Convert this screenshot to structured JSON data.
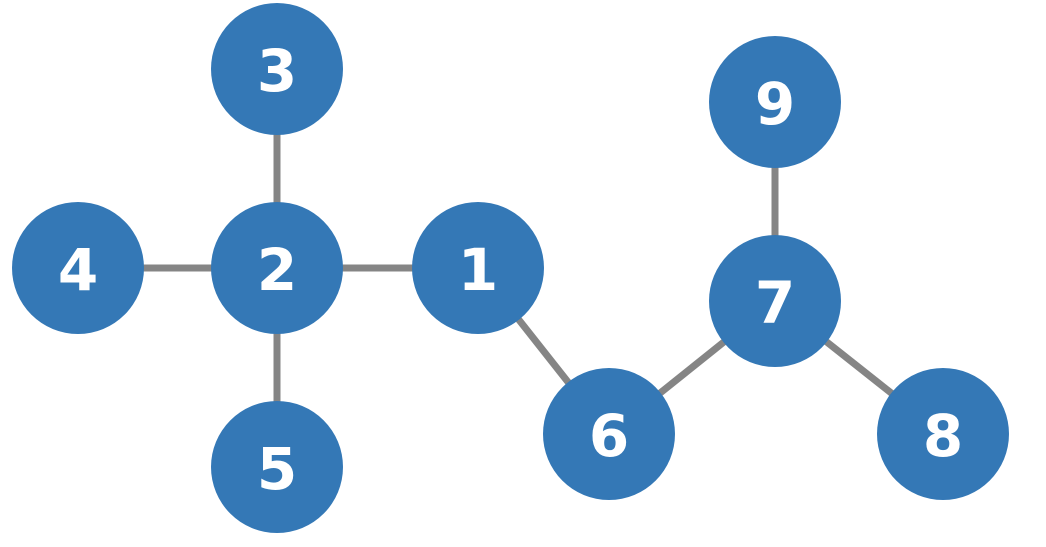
{
  "colors": {
    "node_fill": "#3478b6",
    "node_label": "#ffffff",
    "edge": "#858585",
    "background": "#ffffff"
  },
  "graph": {
    "nodes": [
      {
        "id": "1",
        "label": "1"
      },
      {
        "id": "2",
        "label": "2"
      },
      {
        "id": "3",
        "label": "3"
      },
      {
        "id": "4",
        "label": "4"
      },
      {
        "id": "5",
        "label": "5"
      },
      {
        "id": "6",
        "label": "6"
      },
      {
        "id": "7",
        "label": "7"
      },
      {
        "id": "8",
        "label": "8"
      },
      {
        "id": "9",
        "label": "9"
      }
    ],
    "edges": [
      {
        "source": "2",
        "target": "3"
      },
      {
        "source": "2",
        "target": "4"
      },
      {
        "source": "2",
        "target": "5"
      },
      {
        "source": "2",
        "target": "1"
      },
      {
        "source": "1",
        "target": "6"
      },
      {
        "source": "6",
        "target": "7"
      },
      {
        "source": "7",
        "target": "9"
      },
      {
        "source": "7",
        "target": "8"
      }
    ]
  }
}
